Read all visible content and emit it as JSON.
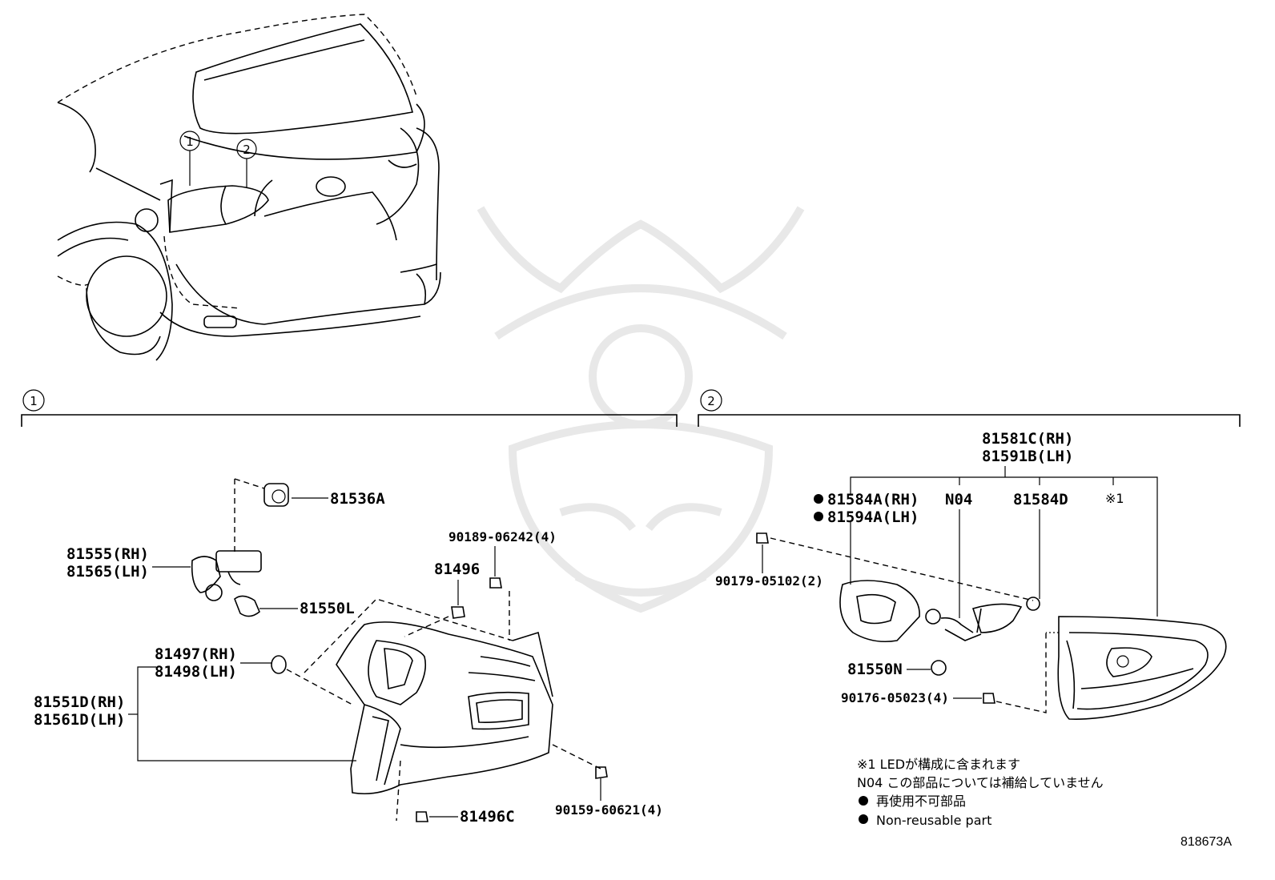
{
  "overview": {
    "callout_1": "1",
    "callout_2": "2"
  },
  "section_1": {
    "number": "1",
    "labels": {
      "p81536A": "81536A",
      "p81555": "81555(RH)",
      "p81565": "81565(LH)",
      "p81550L": "81550L",
      "p90189": "90189-06242(4)",
      "p81496": "81496",
      "p81497": "81497(RH)",
      "p81498": "81498(LH)",
      "p81551D": "81551D(RH)",
      "p81561D": "81561D(LH)",
      "p90159": "90159-60621(4)",
      "p81496C": "81496C"
    }
  },
  "section_2": {
    "number": "2",
    "labels": {
      "p81581C": "81581C(RH)",
      "p81591B": "81591B(LH)",
      "p81584A": "81584A(RH)",
      "p81594A": "81594A(LH)",
      "pN04": "N04",
      "p81584D": "81584D",
      "p_note1": "※1",
      "p90179": "90179-05102(2)",
      "p81550N": "81550N",
      "p90176": "90176-05023(4)"
    }
  },
  "legend": {
    "line1": "※1 LEDが構成に含まれます",
    "line2": "N04 この部品については補給していません",
    "line3": "再使用不可部品",
    "line4": "Non-reusable part"
  },
  "ref_number": "818673A"
}
